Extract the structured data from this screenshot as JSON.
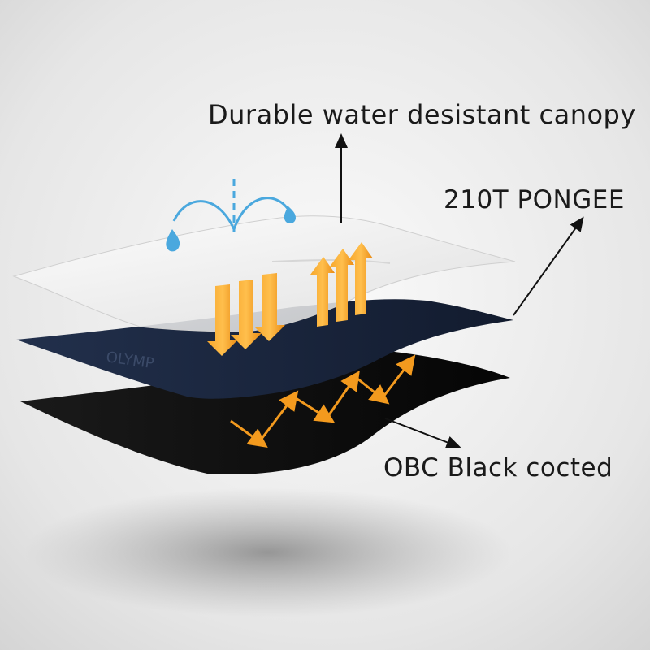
{
  "labels": {
    "canopy": "Durable water desistant canopy",
    "pongee": "210T PONGEE",
    "obc": "OBC Black cocted"
  },
  "colors": {
    "background": "#ececec",
    "canopy_layer": "#f2f2f2",
    "pongee_layer": "#16223a",
    "obc_layer": "#0b0b0b",
    "arrow_orange": "#f39a1e",
    "water_blue": "#4aa8de",
    "pointer": "#111111"
  },
  "icons": [
    "water-drop-icon",
    "water-drop-icon",
    "heat-arrow-icon"
  ]
}
